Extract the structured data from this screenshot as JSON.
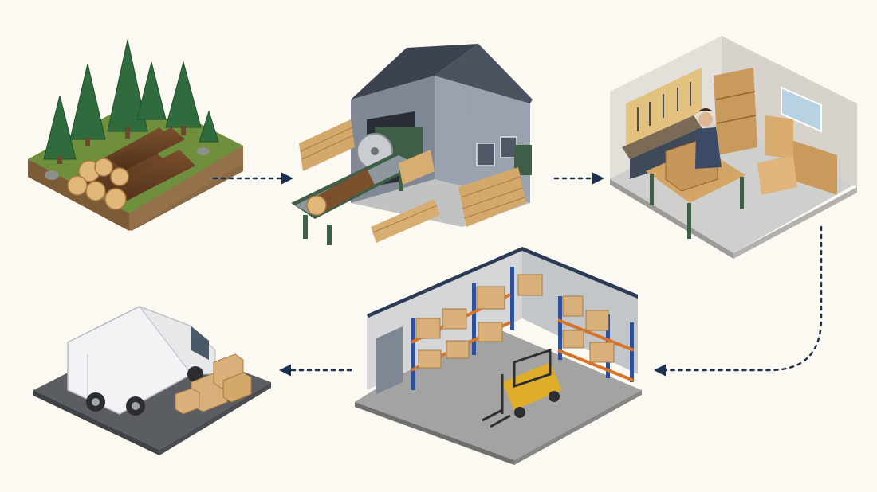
{
  "diagram": {
    "stages": [
      {
        "id": "forest",
        "icon": "forest-logs-icon"
      },
      {
        "id": "sawmill",
        "icon": "sawmill-icon"
      },
      {
        "id": "workshop",
        "icon": "woodworking-workshop-icon"
      },
      {
        "id": "warehouse",
        "icon": "warehouse-icon"
      },
      {
        "id": "delivery",
        "icon": "delivery-van-icon"
      }
    ],
    "flow": [
      {
        "from": "forest",
        "to": "sawmill"
      },
      {
        "from": "sawmill",
        "to": "workshop"
      },
      {
        "from": "workshop",
        "to": "warehouse"
      },
      {
        "from": "warehouse",
        "to": "delivery"
      }
    ],
    "colors": {
      "background": "#fbf9f1",
      "arrow": "#1c2f4f",
      "grass": "#6f8f3c",
      "wood": "#c99a5c",
      "roof": "#3c4350",
      "machine_green": "#3f5e47",
      "rack_blue": "#2e4f9a",
      "rack_orange": "#d9732a",
      "forklift": "#e0ad2b",
      "van": "#f2f3f4"
    }
  }
}
